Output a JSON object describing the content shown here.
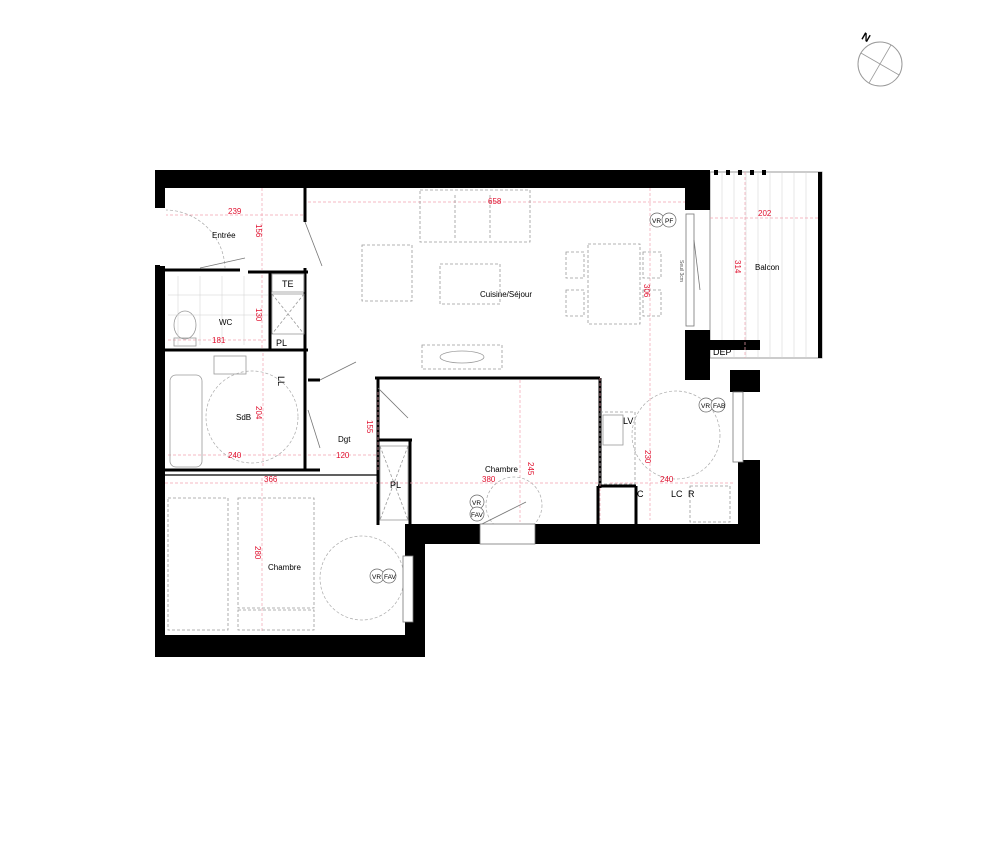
{
  "north": {
    "letter": "N"
  },
  "rooms": {
    "entree": "Entrée",
    "wc": "WC",
    "sdb": "SdB",
    "dgt": "Dgt",
    "sejour": "Cuisine/Séjour",
    "balcon": "Balcon",
    "chambre1": "Chambre",
    "chambre2": "Chambre"
  },
  "tags": {
    "te": "TE",
    "pl1": "PL",
    "pl2": "PL",
    "ll": "LL",
    "lv": "LV",
    "c": "C",
    "lc": "LC",
    "r": "R",
    "dep": "DEP",
    "seuil": "Seuil 3cm"
  },
  "symbols": {
    "vr_pf": [
      "VR",
      "PF"
    ],
    "vr_fab": [
      "VR",
      "FAB"
    ],
    "vr_fav_1": [
      "VR",
      "FAV"
    ],
    "vr_fav_2": [
      "VR",
      "FAV"
    ]
  },
  "dimensions": {
    "entree_w": "239",
    "entree_h": "156",
    "sejour_w": "658",
    "sejour_h": "306",
    "balcon_w": "202",
    "balcon_h": "314",
    "wc_h": "130",
    "wc_w": "181",
    "sdb_h": "204",
    "sdb_w": "240",
    "dgt_h": "155",
    "dgt_w": "120",
    "kitchen_h": "230",
    "kitchen_w": "240",
    "chambre1_w": "380",
    "chambre1_h": "245",
    "chambre2_w": "366",
    "chambre2_h": "280"
  }
}
